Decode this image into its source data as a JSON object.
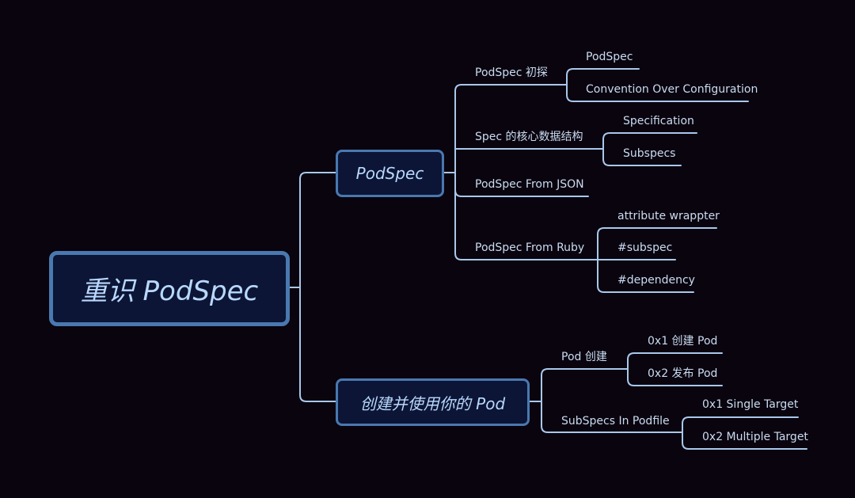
{
  "mindmap": {
    "root": {
      "label": "重识 PodSpec"
    },
    "branches": [
      {
        "label": "PodSpec",
        "children": [
          {
            "label": "PodSpec 初探",
            "children": [
              {
                "label": "PodSpec"
              },
              {
                "label": "Convention Over Configuration"
              }
            ]
          },
          {
            "label": "Spec 的核心数据结构",
            "children": [
              {
                "label": "Specification"
              },
              {
                "label": "Subspecs"
              }
            ]
          },
          {
            "label": "PodSpec From JSON",
            "children": []
          },
          {
            "label": "PodSpec From Ruby",
            "children": [
              {
                "label": "attribute wrappter"
              },
              {
                "label": "#subspec"
              },
              {
                "label": "#dependency"
              }
            ]
          }
        ]
      },
      {
        "label": "创建并使用你的 Pod",
        "children": [
          {
            "label": "Pod 创建",
            "children": [
              {
                "label": "0x1 创建 Pod"
              },
              {
                "label": "0x2 发布 Pod"
              }
            ]
          },
          {
            "label": "SubSpecs In Podfile",
            "children": [
              {
                "label": "0x1 Single Target"
              },
              {
                "label": "0x2 Multiple Target"
              }
            ]
          }
        ]
      }
    ]
  },
  "colors": {
    "background": "#0a040e",
    "node_fill": "#0c1535",
    "node_border": "#4a78b0",
    "node_text": "#b9d8ff",
    "line": "#a9c8ec",
    "leaf_text": "#c9dcf2"
  }
}
